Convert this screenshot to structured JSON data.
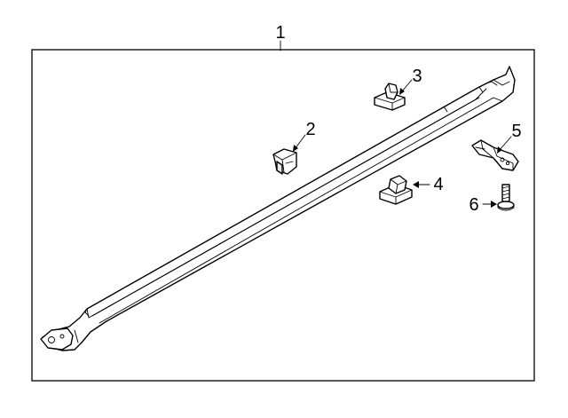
{
  "diagram": {
    "callouts": [
      {
        "id": "1",
        "label": "1"
      },
      {
        "id": "2",
        "label": "2"
      },
      {
        "id": "3",
        "label": "3"
      },
      {
        "id": "4",
        "label": "4"
      },
      {
        "id": "5",
        "label": "5"
      },
      {
        "id": "6",
        "label": "6"
      }
    ]
  },
  "colors": {
    "line": "#000000",
    "background": "#ffffff",
    "shade": "#e6e6e6"
  }
}
